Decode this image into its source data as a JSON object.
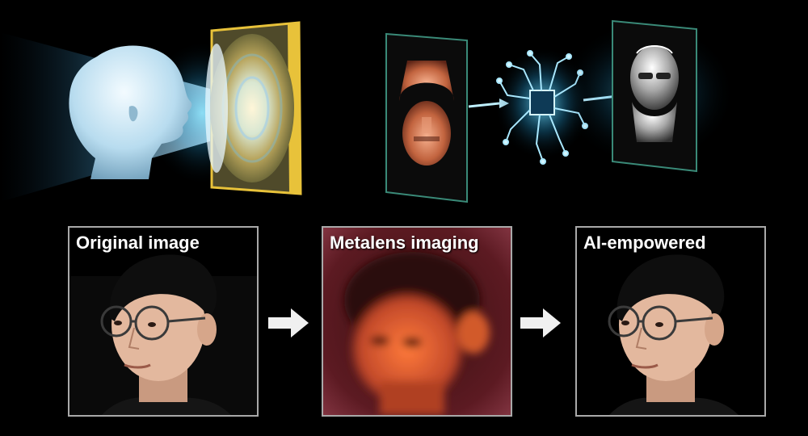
{
  "panels": [
    {
      "label": "Original image",
      "kind": "original"
    },
    {
      "label": "Metalens imaging",
      "kind": "metalens"
    },
    {
      "label": "AI-empowered",
      "kind": "ai"
    }
  ],
  "colors": {
    "background": "#000000",
    "panel_border": "#a9a9a9",
    "metalens_tint": "#c1482a",
    "light_beam": "#8fd8ff",
    "lens_frame": "#e8c23a"
  },
  "icons": [
    "head-icon",
    "metalens-icon",
    "neural-chip-icon",
    "reconstructed-head-icon",
    "right-arrow-icon"
  ]
}
